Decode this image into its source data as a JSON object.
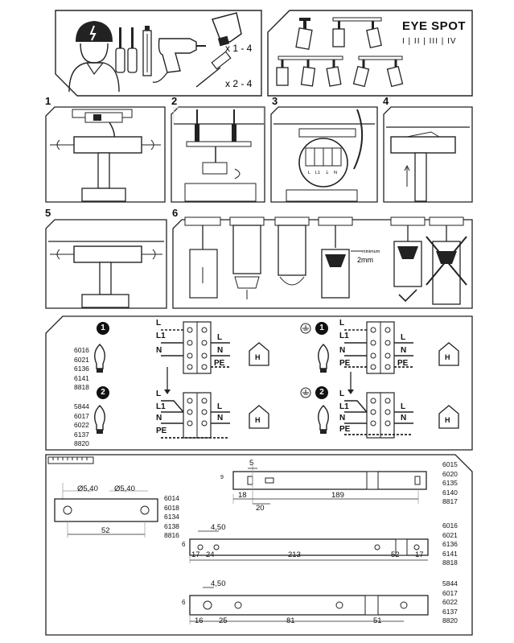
{
  "header": {
    "brand": "EYE SPOT",
    "variants": "I | II | III | IV",
    "bulb_qty": "x 1 - 4",
    "plug_qty": "x 2 - 4"
  },
  "steps": {
    "s1": "1",
    "s2": "2",
    "s3": "3",
    "s4": "4",
    "s5": "5",
    "s6": "6"
  },
  "step6": {
    "minimum_label": "minimum",
    "gap_label": "2mm"
  },
  "step3": {
    "terminals": [
      "L",
      "L1",
      "⏚",
      "N"
    ]
  },
  "wiring": {
    "group1_codes": [
      "6016",
      "6021",
      "6136",
      "6141",
      "8818"
    ],
    "group2_codes": [
      "5844",
      "6017",
      "6022",
      "6137",
      "8820"
    ],
    "badge1": "1",
    "badge2": "2",
    "terminals": {
      "L": "L",
      "L1": "L1",
      "N": "N",
      "PE": "PE"
    },
    "h_symbol": "H"
  },
  "dimensions": {
    "small_bracket": {
      "codes": [
        "6014",
        "6018",
        "6134",
        "6138",
        "8816"
      ],
      "hole_a": "Ø5,40",
      "hole_b": "Ø5,40",
      "spacing": "52"
    },
    "bar_i": {
      "codes": [
        "6015",
        "6020",
        "6135",
        "6140",
        "8817"
      ],
      "d5": "5",
      "d18": "18",
      "d20": "20",
      "d189": "189",
      "d9": "9"
    },
    "bar_ii": {
      "codes": [
        "6016",
        "6021",
        "6136",
        "6141",
        "8818"
      ],
      "d450": "4,50",
      "d6": "6",
      "d17a": "17",
      "d24": "24",
      "d213": "213",
      "d52": "52",
      "d17b": "17"
    },
    "bar_iii": {
      "codes": [
        "5844",
        "6017",
        "6022",
        "6137",
        "8820"
      ],
      "d450": "4,50",
      "d6": "6",
      "d16": "16",
      "d25": "25",
      "d81": "81",
      "d51": "51"
    }
  }
}
